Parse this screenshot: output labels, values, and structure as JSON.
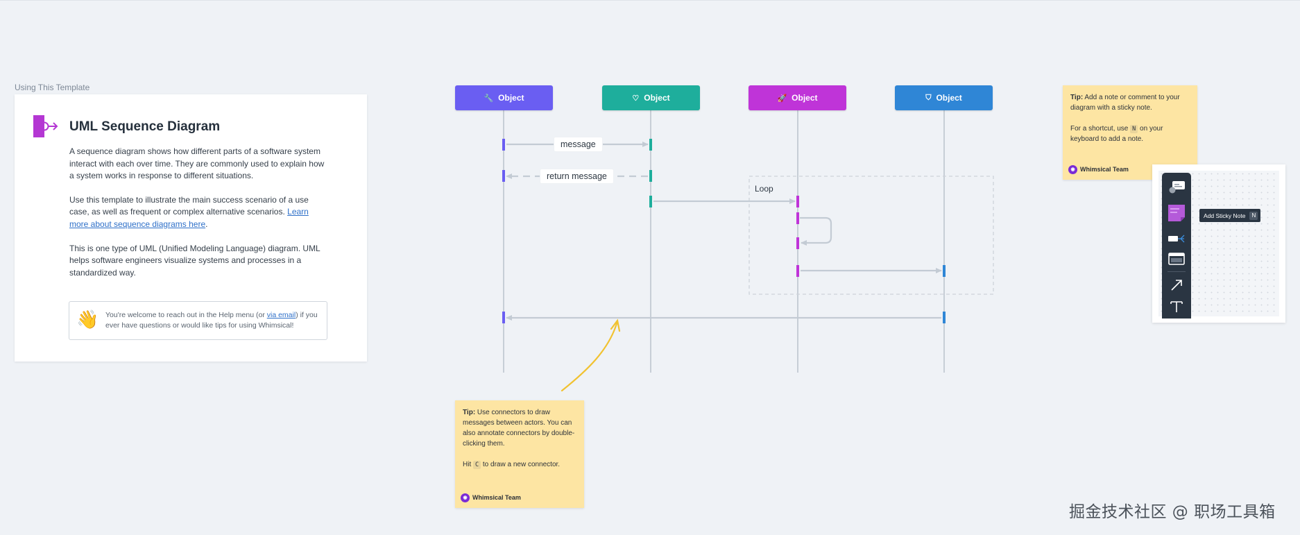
{
  "intro": {
    "section_label": "Using This Template",
    "title": "UML Sequence Diagram",
    "para1": "A sequence diagram shows how different parts of a software system interact with each over time. They are commonly used to explain how a system works in response to different situations.",
    "para2_text": "Use this template to illustrate the main success scenario of a use case, as well as frequent or complex alternative scenarios. ",
    "para2_link": "Learn more about sequence diagrams here",
    "para2_end": ".",
    "para3": "This is one type of UML (Unified Modeling Language) diagram. UML helps software engineers visualize systems and processes in a standardized way.",
    "help_emoji": "👋",
    "help_text_a": "You're welcome to reach out in the Help menu (or ",
    "help_link": "via email",
    "help_text_b": ") if you ever have questions or would like tips for using Whimsical!"
  },
  "diagram": {
    "objects": [
      {
        "label": "Object",
        "icon": "wrench-icon",
        "glyph": "🔧",
        "color": "#6a5ef2"
      },
      {
        "label": "Object",
        "icon": "heart-icon",
        "glyph": "♡",
        "color": "#1eae9c"
      },
      {
        "label": "Object",
        "icon": "rocket-icon",
        "glyph": "🚀",
        "color": "#bf34d8"
      },
      {
        "label": "Object",
        "icon": "badge-icon",
        "glyph": "⛉",
        "color": "#2f86d6"
      }
    ],
    "messages": {
      "message": "message",
      "return_message": "return message"
    },
    "loop_label": "Loop"
  },
  "sticky_bottom": {
    "tip_bold": "Tip:",
    "tip_text": " Use connectors to draw messages between actors. You can also annotate connectors by double-clicking them.",
    "hit_pre": "Hit ",
    "hit_key": "C",
    "hit_post": " to draw a new connector.",
    "signature": "Whimsical Team"
  },
  "sticky_top": {
    "tip_bold": "Tip:",
    "tip_text": " Add a note or comment to your diagram with a sticky note.",
    "short_pre": "For a shortcut, use ",
    "short_key": "N",
    "short_post": " on your keyboard to add a note.",
    "signature": "Whimsical Team"
  },
  "toolbar_shot": {
    "tooltip": "Add Sticky Note",
    "tooltip_key": "N"
  },
  "watermark": "掘金技术社区 @ 职场工具箱"
}
